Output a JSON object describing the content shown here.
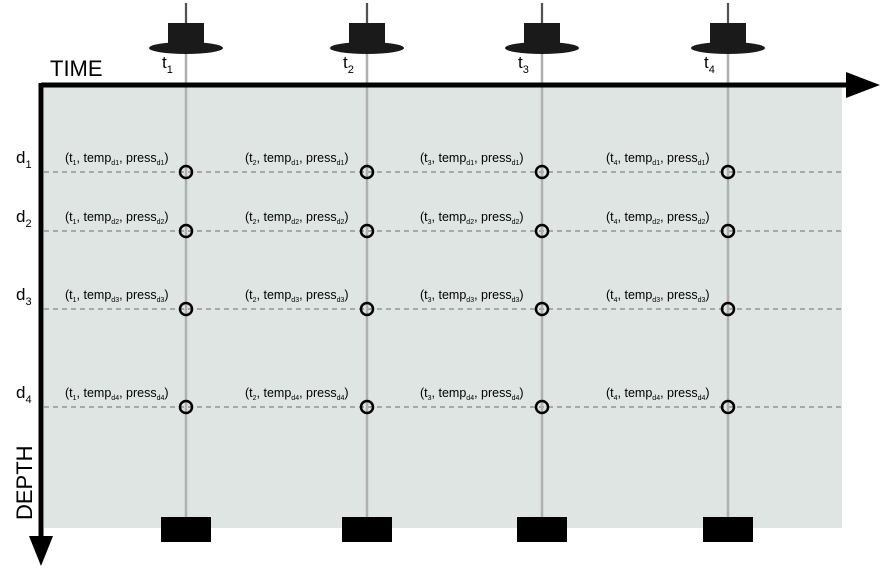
{
  "axes": {
    "time_label": "TIME",
    "depth_label": "DEPTH"
  },
  "times": [
    {
      "base": "t",
      "sub": "1"
    },
    {
      "base": "t",
      "sub": "2"
    },
    {
      "base": "t",
      "sub": "3"
    },
    {
      "base": "t",
      "sub": "4"
    }
  ],
  "depths": [
    {
      "base": "d",
      "sub": "1"
    },
    {
      "base": "d",
      "sub": "2"
    },
    {
      "base": "d",
      "sub": "3"
    },
    {
      "base": "d",
      "sub": "4"
    }
  ],
  "point_label": {
    "time_var": "t",
    "temp_var": "temp",
    "press_var": "press",
    "depth_sub_prefix": "d"
  },
  "colors": {
    "panel": "#dfe5e3",
    "axis": "#000000",
    "mooring_line": "#b0b0b0",
    "depth_line": "#a8a8a8",
    "buoy": "#1a1a1a",
    "anchor": "#000000"
  }
}
